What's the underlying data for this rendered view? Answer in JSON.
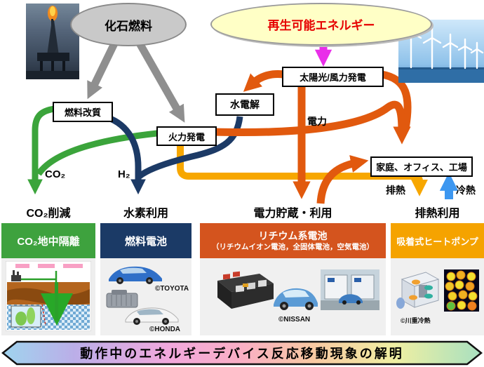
{
  "banner": {
    "text": "動作中のエネルギーデバイス反応移動現象の解明"
  },
  "sources": {
    "fossil_fuel": "化石燃料",
    "renewable_energy": "再生可能エネルギー"
  },
  "process_nodes": {
    "fuel_reforming": "燃料改質",
    "water_electrolysis": "水電解",
    "thermal_power": "火力発電",
    "solar_wind_power": "太陽光/風力発電",
    "home_office_factory": "家庭、オフィス、工場"
  },
  "flow_labels": {
    "co2": "CO₂",
    "h2": "H₂",
    "electricity": "電力",
    "exhaust_heat": "排熱",
    "cold_heat": "冷熱"
  },
  "categories": {
    "co2_reduction": "CO₂削減",
    "hydrogen_use": "水素利用",
    "power_storage_use": "電力貯蔵・利用",
    "exhaust_heat_use": "排熱利用"
  },
  "panels": [
    {
      "id": "co2-sequestration",
      "title": "CO₂地中隔離",
      "header_color": "#3EA23E"
    },
    {
      "id": "fuel-cell",
      "title": "燃料電池",
      "header_color": "#1B3A66",
      "credits": [
        "©TOYOTA",
        "©HONDA"
      ]
    },
    {
      "id": "lithium-batteries",
      "title": "リチウム系電池",
      "subtitle": "（リチウムイオン電池，全固体電池，空気電池）",
      "header_color": "#D4541E",
      "credits": [
        "©NISSAN"
      ]
    },
    {
      "id": "adsorption-heat-pump",
      "title": "吸着式ヒートポンプ",
      "header_color": "#F5A300",
      "credits": [
        "©川重冷熱"
      ]
    }
  ],
  "colors": {
    "green_flow": "#3BA43B",
    "navy_flow": "#1C3A66",
    "orange_flow": "#E1590E",
    "amber_flow": "#F7A700",
    "gray_flow": "#8F8F8F",
    "magenta_flow": "#E92FE9",
    "blue_flow": "#3D97F0",
    "renewable_text_color": "#E60000"
  }
}
